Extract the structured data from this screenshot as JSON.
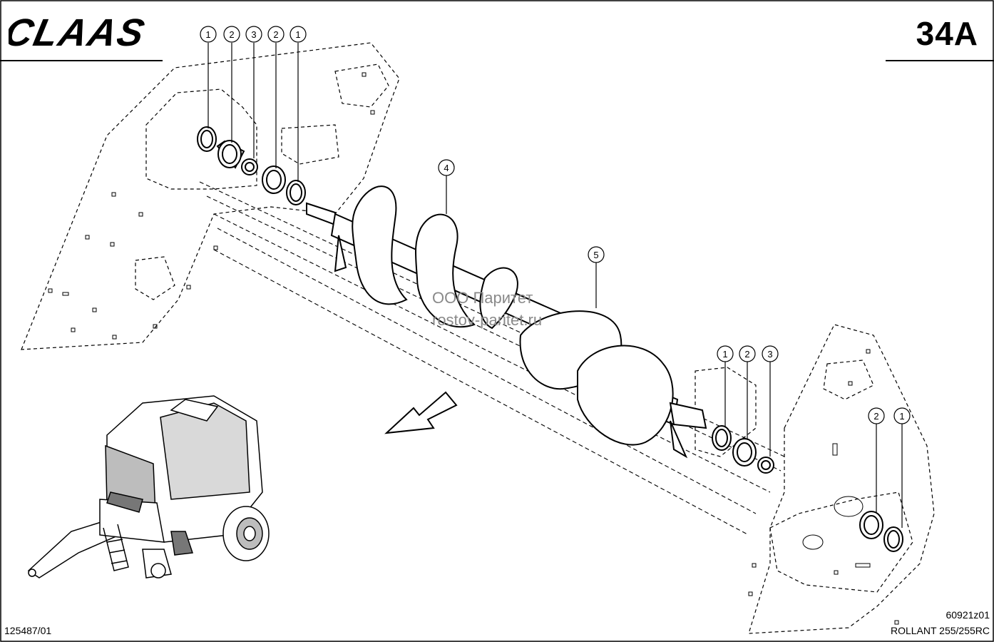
{
  "brand": {
    "logo_text": "CLAAS"
  },
  "page_number": "34A",
  "drawing_ref": "125487/01",
  "image_ref": "60921z01",
  "model": "ROLLANT 255/255RC",
  "watermark": {
    "line1": "ООО Паритет",
    "line2": "rostov-paritet.ru"
  },
  "callouts": {
    "top_left_group": [
      "1",
      "2",
      "3",
      "2",
      "1"
    ],
    "auger_left": "4",
    "auger_right": "5",
    "middle_right_group": [
      "1",
      "2",
      "3"
    ],
    "far_right_group": [
      "2",
      "1"
    ]
  }
}
